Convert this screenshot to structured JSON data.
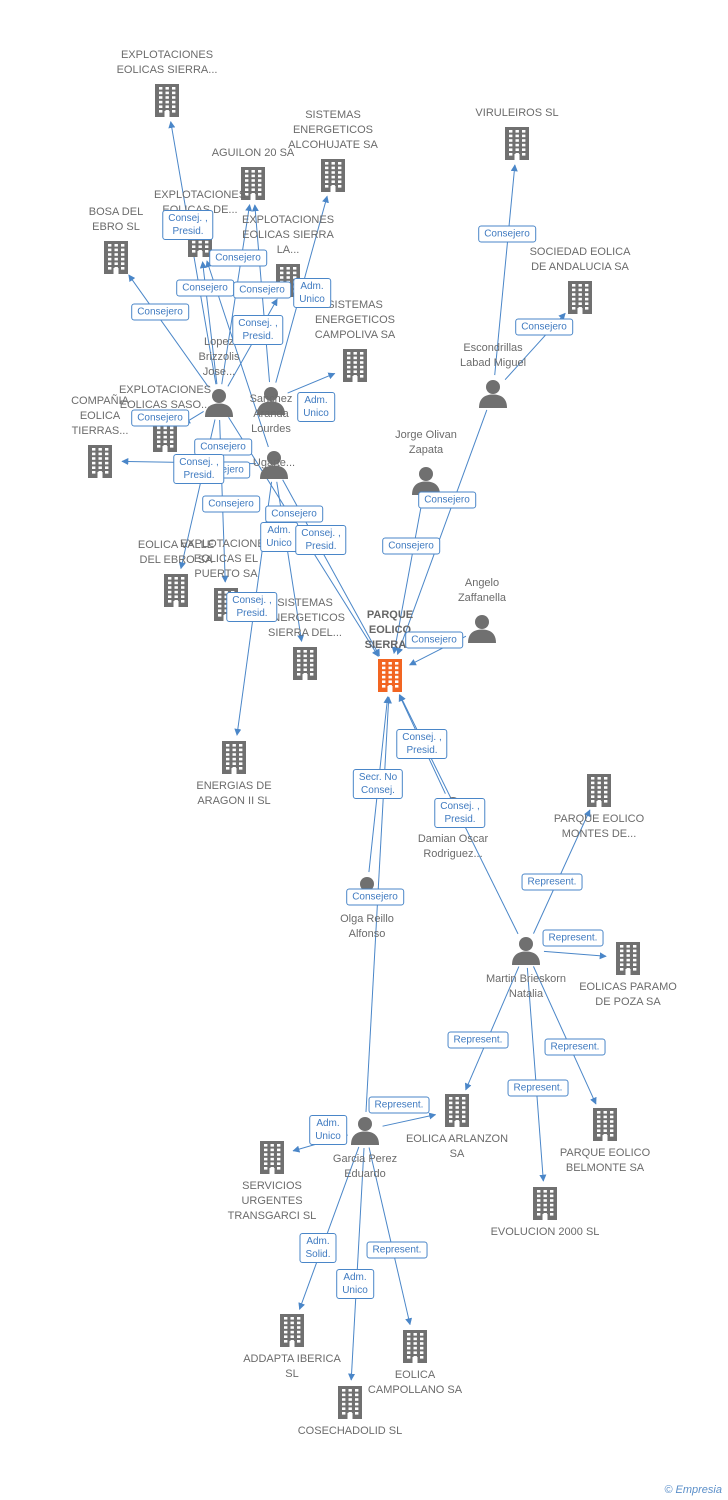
{
  "colors": {
    "link": "#4a86c8",
    "icon": "#707070",
    "center": "#f26522",
    "label_bg": "#ffffff"
  },
  "footer": {
    "copyright": "©",
    "brand": "Empresia"
  },
  "center_id": "c0",
  "nodes": [
    {
      "id": "c0",
      "kind": "center",
      "label": "PARQUE EOLICO SIERRA...",
      "icon": "building-icon"
    },
    {
      "id": "c1",
      "kind": "company",
      "label": "EXPLOTACIONES EOLICAS SIERRA...",
      "icon": "building-icon"
    },
    {
      "id": "c2",
      "kind": "company",
      "label": "SISTEMAS ENERGETICOS ALCOHUJATE SA",
      "icon": "building-icon"
    },
    {
      "id": "c3",
      "kind": "company",
      "label": "AGUILON 20 SA",
      "icon": "building-icon"
    },
    {
      "id": "c4",
      "kind": "company",
      "label": "EXPLOTACIONES EOLICAS DE...",
      "icon": "building-icon"
    },
    {
      "id": "c5",
      "kind": "company",
      "label": "BOSA DEL EBRO SL",
      "icon": "building-icon"
    },
    {
      "id": "c6",
      "kind": "company",
      "label": "EXPLOTACIONES EOLICAS SIERRA LA...",
      "icon": "building-icon"
    },
    {
      "id": "c7",
      "kind": "company",
      "label": "SISTEMAS ENERGETICOS CAMPOLIVA SA",
      "icon": "building-icon"
    },
    {
      "id": "c8",
      "kind": "company",
      "label": "VIRULEIROS SL",
      "icon": "building-icon"
    },
    {
      "id": "c9",
      "kind": "company",
      "label": "SOCIEDAD EOLICA DE ANDALUCIA SA",
      "icon": "building-icon"
    },
    {
      "id": "c10",
      "kind": "company",
      "label": "EXPLOTACIONES EOLICAS SASO...",
      "icon": "building-icon"
    },
    {
      "id": "c11",
      "kind": "company",
      "label": "COMPAÑIA EOLICA TIERRAS...",
      "icon": "building-icon"
    },
    {
      "id": "c12",
      "kind": "company",
      "label": "EOLICA VALLE DEL EBRO SA",
      "icon": "building-icon"
    },
    {
      "id": "c13",
      "kind": "company",
      "label": "EXPLOTACIONES EOLICAS EL PUERTO SA",
      "icon": "building-icon"
    },
    {
      "id": "c14",
      "kind": "company",
      "label": "SISTEMAS ENERGETICOS SIERRA DEL...",
      "icon": "building-icon"
    },
    {
      "id": "c15",
      "kind": "company",
      "label": "ENERGIAS DE ARAGON II SL",
      "icon": "building-icon"
    },
    {
      "id": "c16",
      "kind": "company",
      "label": "PARQUE EOLICO MONTES DE...",
      "icon": "building-icon"
    },
    {
      "id": "c17",
      "kind": "company",
      "label": "EOLICAS PARAMO DE POZA SA",
      "icon": "building-icon"
    },
    {
      "id": "c18",
      "kind": "company",
      "label": "EOLICA ARLANZON SA",
      "icon": "building-icon"
    },
    {
      "id": "c19",
      "kind": "company",
      "label": "PARQUE EOLICO BELMONTE SA",
      "icon": "building-icon"
    },
    {
      "id": "c20",
      "kind": "company",
      "label": "EVOLUCION 2000 SL",
      "icon": "building-icon"
    },
    {
      "id": "c21",
      "kind": "company",
      "label": "SERVICIOS URGENTES TRANSGARCI SL",
      "icon": "building-icon"
    },
    {
      "id": "c22",
      "kind": "company",
      "label": "ADDAPTA IBERICA SL",
      "icon": "building-icon"
    },
    {
      "id": "c23",
      "kind": "company",
      "label": "EOLICA CAMPOLLANO SA",
      "icon": "building-icon"
    },
    {
      "id": "c24",
      "kind": "company",
      "label": "COSECHADOLID SL",
      "icon": "building-icon"
    },
    {
      "id": "p1",
      "kind": "person",
      "label": "Lopez Brizzolis Jose...",
      "icon": "person-icon"
    },
    {
      "id": "p2",
      "kind": "person",
      "label": "Sanchez Aranda Lourdes",
      "icon": "person-icon"
    },
    {
      "id": "p3",
      "kind": "person",
      "label": "Escondrillas Labad Miguel",
      "icon": "person-icon"
    },
    {
      "id": "p4",
      "kind": "person",
      "label": "Jorge Olivan Zapata",
      "icon": "person-icon"
    },
    {
      "id": "p5",
      "kind": "person",
      "label": "Angelo Zaffanella",
      "icon": "person-icon"
    },
    {
      "id": "p6",
      "kind": "person",
      "label": "Damian Oscar Rodriguez...",
      "icon": "person-icon"
    },
    {
      "id": "p7",
      "kind": "person",
      "label": "Olga Reillo Alfonso",
      "icon": "person-icon"
    },
    {
      "id": "p8",
      "kind": "person",
      "label": "Martin Brieskorn Natalia",
      "icon": "person-icon"
    },
    {
      "id": "p9",
      "kind": "person",
      "label": "Garcia Perez Eduardo",
      "icon": "person-icon"
    },
    {
      "id": "p10",
      "kind": "person",
      "label": "Ugarte...",
      "icon": "person-icon"
    }
  ],
  "edges": [
    {
      "from": "p1",
      "to": "c1",
      "label": "Consej. , Presid."
    },
    {
      "from": "p1",
      "to": "c3",
      "label": "Consejero"
    },
    {
      "from": "p1",
      "to": "c4",
      "label": "Consejero"
    },
    {
      "from": "p1",
      "to": "c5",
      "label": "Consejero"
    },
    {
      "from": "p1",
      "to": "c6",
      "label": "Consejero"
    },
    {
      "from": "p1",
      "to": "c10",
      "label": "Consejero"
    },
    {
      "from": "p1",
      "to": "c12",
      "label": "Consejero"
    },
    {
      "from": "p1",
      "to": "c13",
      "label": "Consejero"
    },
    {
      "from": "p1",
      "to": "c0",
      "label": "Consejero"
    },
    {
      "from": "p2",
      "to": "c2",
      "label": "Adm. Unico"
    },
    {
      "from": "p2",
      "to": "c7",
      "label": "Adm. Unico"
    },
    {
      "from": "p2",
      "to": "c3",
      "label": "Consej. , Presid."
    },
    {
      "from": "p10",
      "to": "c4",
      "label": "Consejero"
    },
    {
      "from": "p10",
      "to": "c11",
      "label": "Consej. , Presid."
    },
    {
      "from": "p10",
      "to": "c14",
      "label": "Adm. Unico"
    },
    {
      "from": "p10",
      "to": "c15",
      "label": "Consej. , Presid."
    },
    {
      "from": "p10",
      "to": "c0",
      "label": "Consej. , Presid."
    },
    {
      "from": "p3",
      "to": "c8",
      "label": "Consejero"
    },
    {
      "from": "p3",
      "to": "c9",
      "label": "Consejero"
    },
    {
      "from": "p3",
      "to": "c0",
      "label": "Consejero"
    },
    {
      "from": "p4",
      "to": "c0",
      "label": "Consejero"
    },
    {
      "from": "p5",
      "to": "c0",
      "label": "Consejero"
    },
    {
      "from": "p6",
      "to": "c0",
      "label": "Consej. , Presid."
    },
    {
      "from": "p7",
      "to": "c0",
      "label": "Secr. No Consej."
    },
    {
      "from": "p9",
      "to": "c0",
      "label": "Consejero"
    },
    {
      "from": "p8",
      "to": "c0",
      "label": "Consej. , Presid."
    },
    {
      "from": "p8",
      "to": "c16",
      "label": "Represent."
    },
    {
      "from": "p8",
      "to": "c17",
      "label": "Represent."
    },
    {
      "from": "p8",
      "to": "c18",
      "label": "Represent."
    },
    {
      "from": "p8",
      "to": "c19",
      "label": "Represent."
    },
    {
      "from": "p8",
      "to": "c20",
      "label": "Represent."
    },
    {
      "from": "p9",
      "to": "c18",
      "label": "Represent."
    },
    {
      "from": "p9",
      "to": "c21",
      "label": "Adm. Unico"
    },
    {
      "from": "p9",
      "to": "c22",
      "label": "Adm. Solid."
    },
    {
      "from": "p9",
      "to": "c23",
      "label": "Represent."
    },
    {
      "from": "p9",
      "to": "c24",
      "label": "Adm. Unico"
    }
  ]
}
